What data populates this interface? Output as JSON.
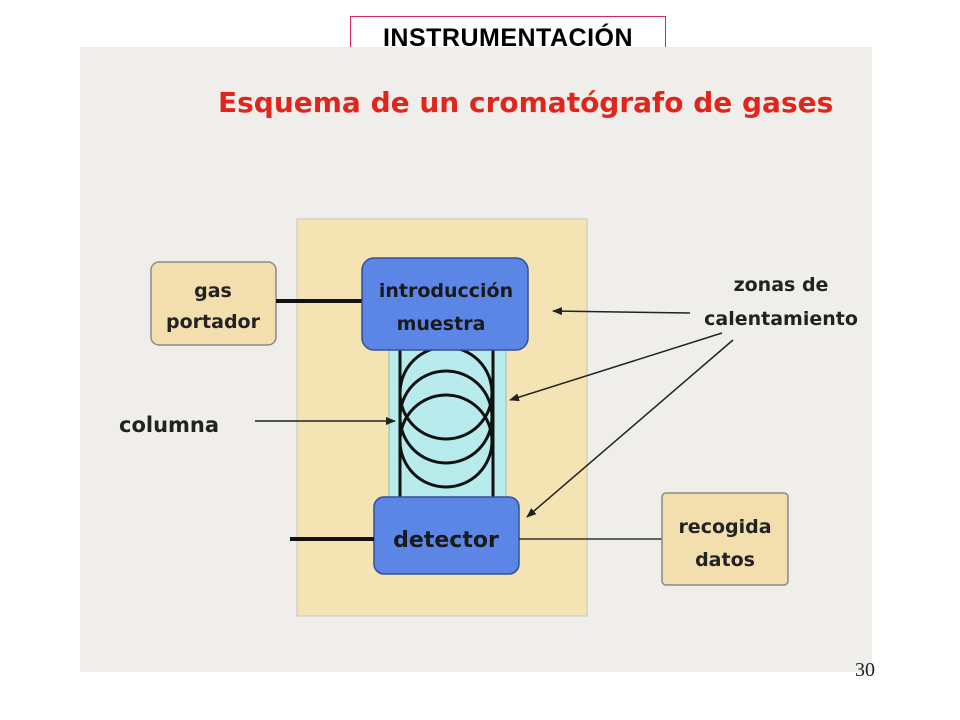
{
  "slide": {
    "title": "INSTRUMENTACIÓN",
    "page_number": "30"
  },
  "diagram": {
    "title": "Esquema de un cromatógrafo de gases",
    "gas_portador": {
      "line1": "gas",
      "line2": "portador"
    },
    "introduccion": {
      "line1": "introducción",
      "line2": "muestra"
    },
    "columna": "columna",
    "detector": "detector",
    "recogida": {
      "line1": "recogida",
      "line2": "datos"
    },
    "zonas": {
      "line1": "zonas de",
      "line2": "calentamiento"
    }
  },
  "colors": {
    "title_red": "#e0261c",
    "oven_tan": "#f4e3b3",
    "box_tan": "#f3dfae",
    "blue_box": "#5b86e5",
    "column_cyan": "#b8ecec",
    "panel_bg": "#efeeeb",
    "title_border": "#d9226b"
  }
}
